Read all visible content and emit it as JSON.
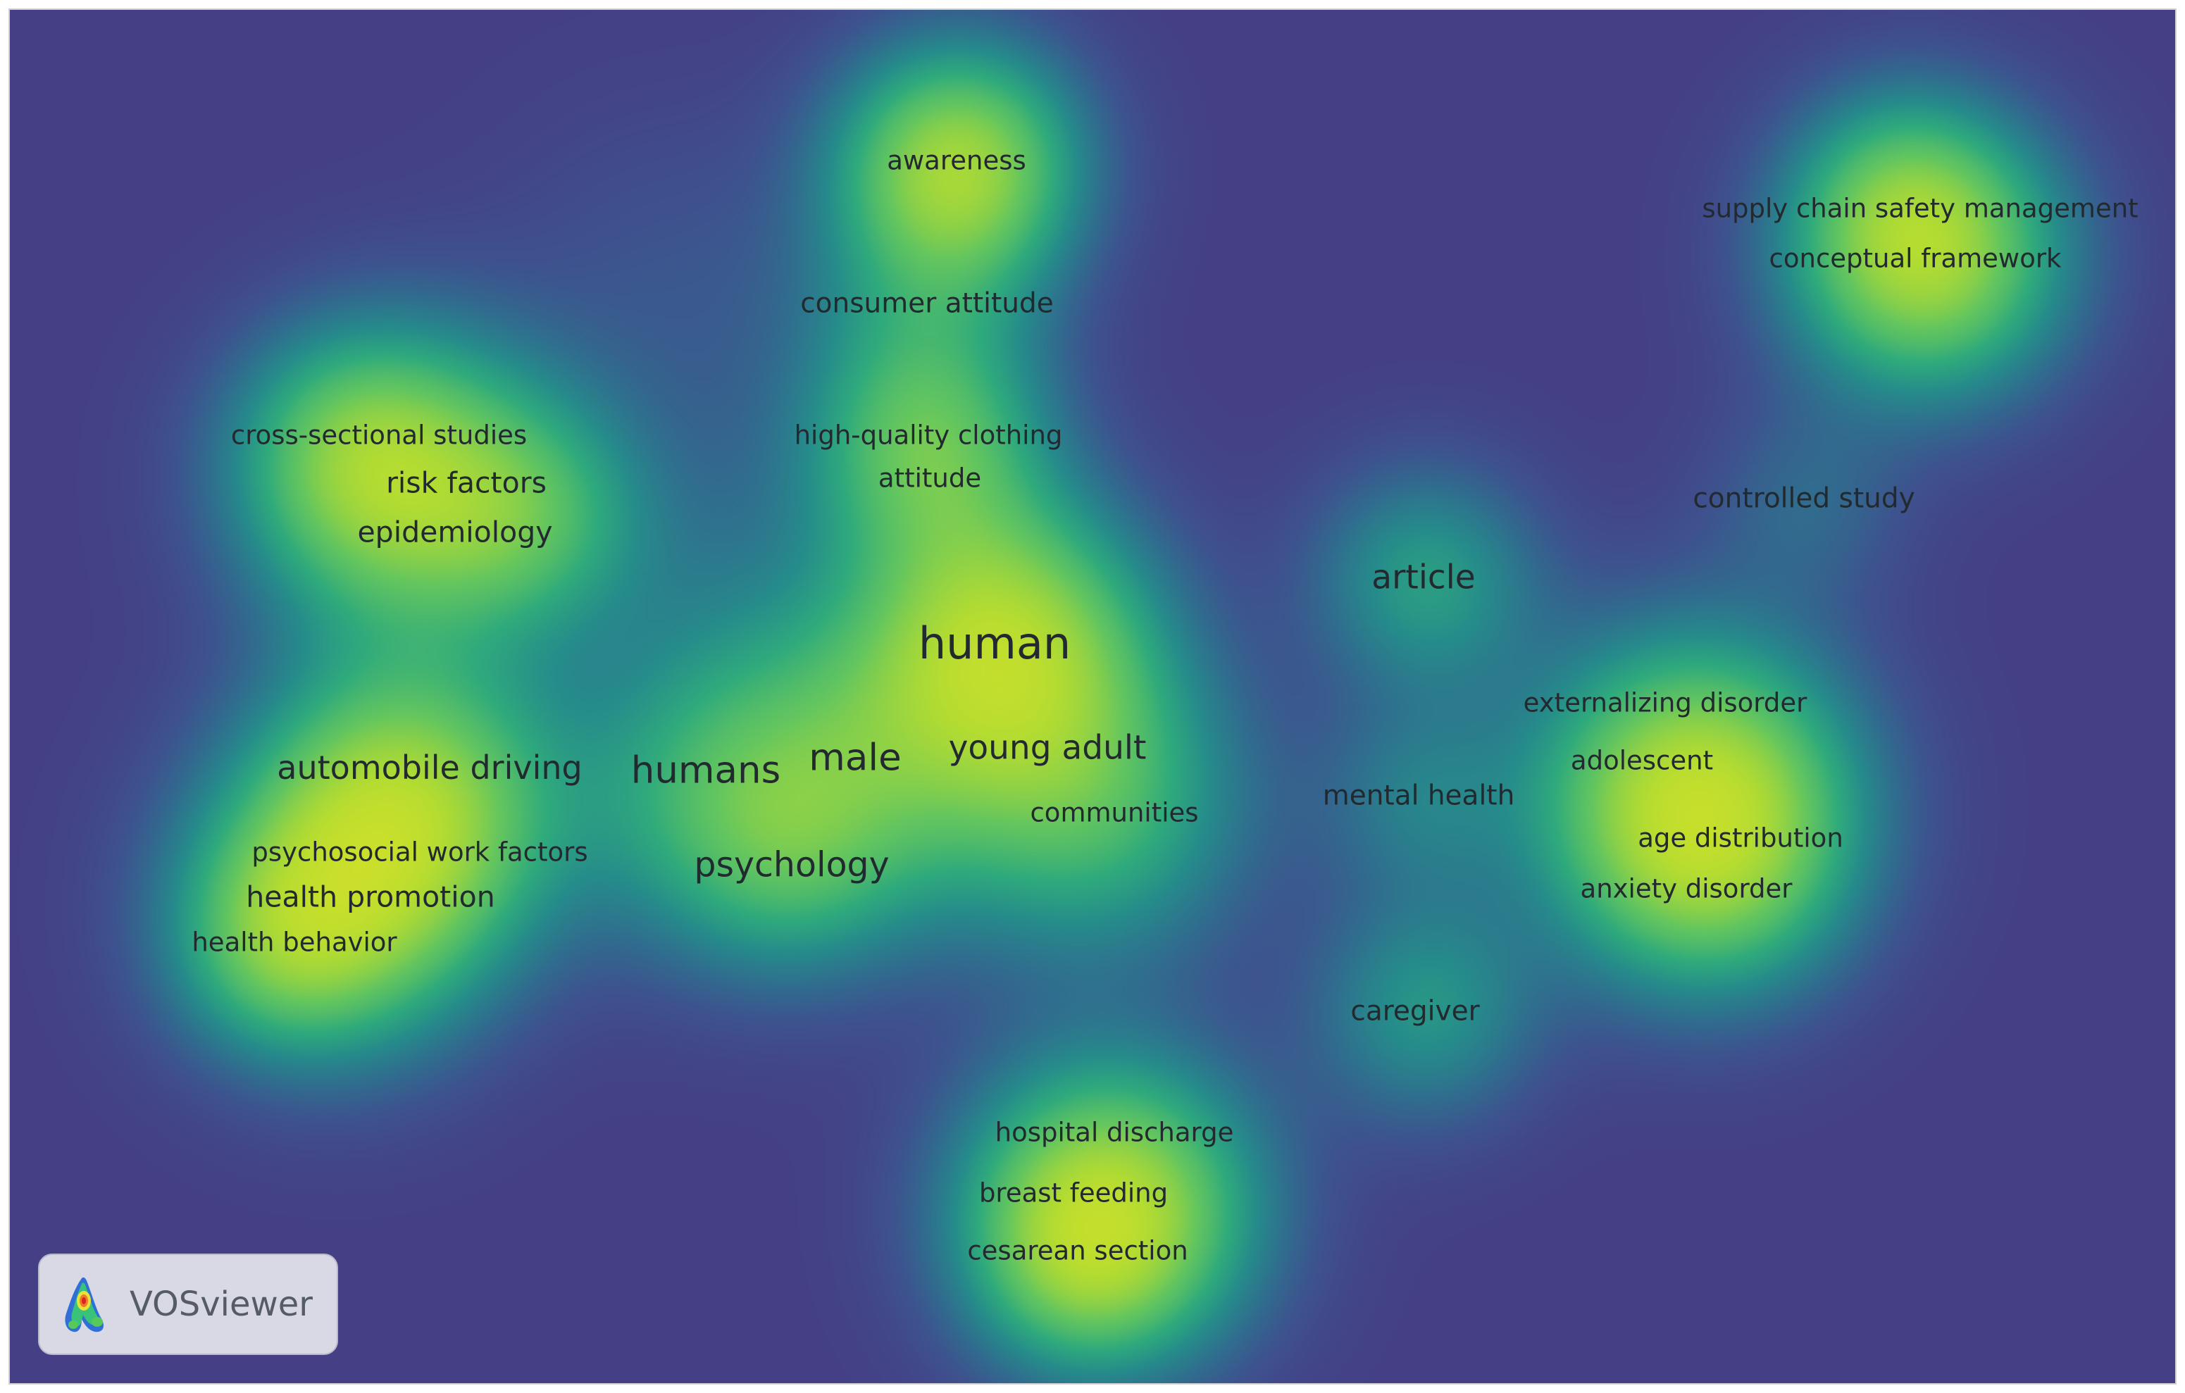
{
  "app": {
    "logo_label": "VOSviewer"
  },
  "colors": {
    "background": "#453f85",
    "mid": "#2fa58b",
    "high": "#f6e51d",
    "text": "#222a30"
  },
  "terms": [
    {
      "key": "awareness",
      "label": "awareness"
    },
    {
      "key": "consumer-attitude",
      "label": "consumer attitude"
    },
    {
      "key": "supply-chain-safety-management",
      "label": "supply chain safety management"
    },
    {
      "key": "conceptual-framework",
      "label": "conceptual framework"
    },
    {
      "key": "cross-sectional-studies",
      "label": "cross-sectional studies"
    },
    {
      "key": "risk-factors",
      "label": "risk factors"
    },
    {
      "key": "epidemiology",
      "label": "epidemiology"
    },
    {
      "key": "high-quality-clothing",
      "label": "high-quality clothing"
    },
    {
      "key": "attitude",
      "label": "attitude"
    },
    {
      "key": "controlled-study",
      "label": "controlled study"
    },
    {
      "key": "article",
      "label": "article"
    },
    {
      "key": "human",
      "label": "human"
    },
    {
      "key": "externalizing-disorder",
      "label": "externalizing disorder"
    },
    {
      "key": "automobile-driving",
      "label": "automobile driving"
    },
    {
      "key": "humans",
      "label": "humans"
    },
    {
      "key": "male",
      "label": "male"
    },
    {
      "key": "young-adult",
      "label": "young adult"
    },
    {
      "key": "adolescent",
      "label": "adolescent"
    },
    {
      "key": "communities",
      "label": "communities"
    },
    {
      "key": "mental-health",
      "label": "mental health"
    },
    {
      "key": "age-distribution",
      "label": "age distribution"
    },
    {
      "key": "psychosocial-work-factors",
      "label": "psychosocial work factors"
    },
    {
      "key": "psychology",
      "label": "psychology"
    },
    {
      "key": "anxiety-disorder",
      "label": "anxiety disorder"
    },
    {
      "key": "health-promotion",
      "label": "health promotion"
    },
    {
      "key": "health-behavior",
      "label": "health behavior"
    },
    {
      "key": "caregiver",
      "label": "caregiver"
    },
    {
      "key": "hospital-discharge",
      "label": "hospital discharge"
    },
    {
      "key": "breast-feeding",
      "label": "breast feeding"
    },
    {
      "key": "cesarean-section",
      "label": "cesarean section"
    }
  ]
}
